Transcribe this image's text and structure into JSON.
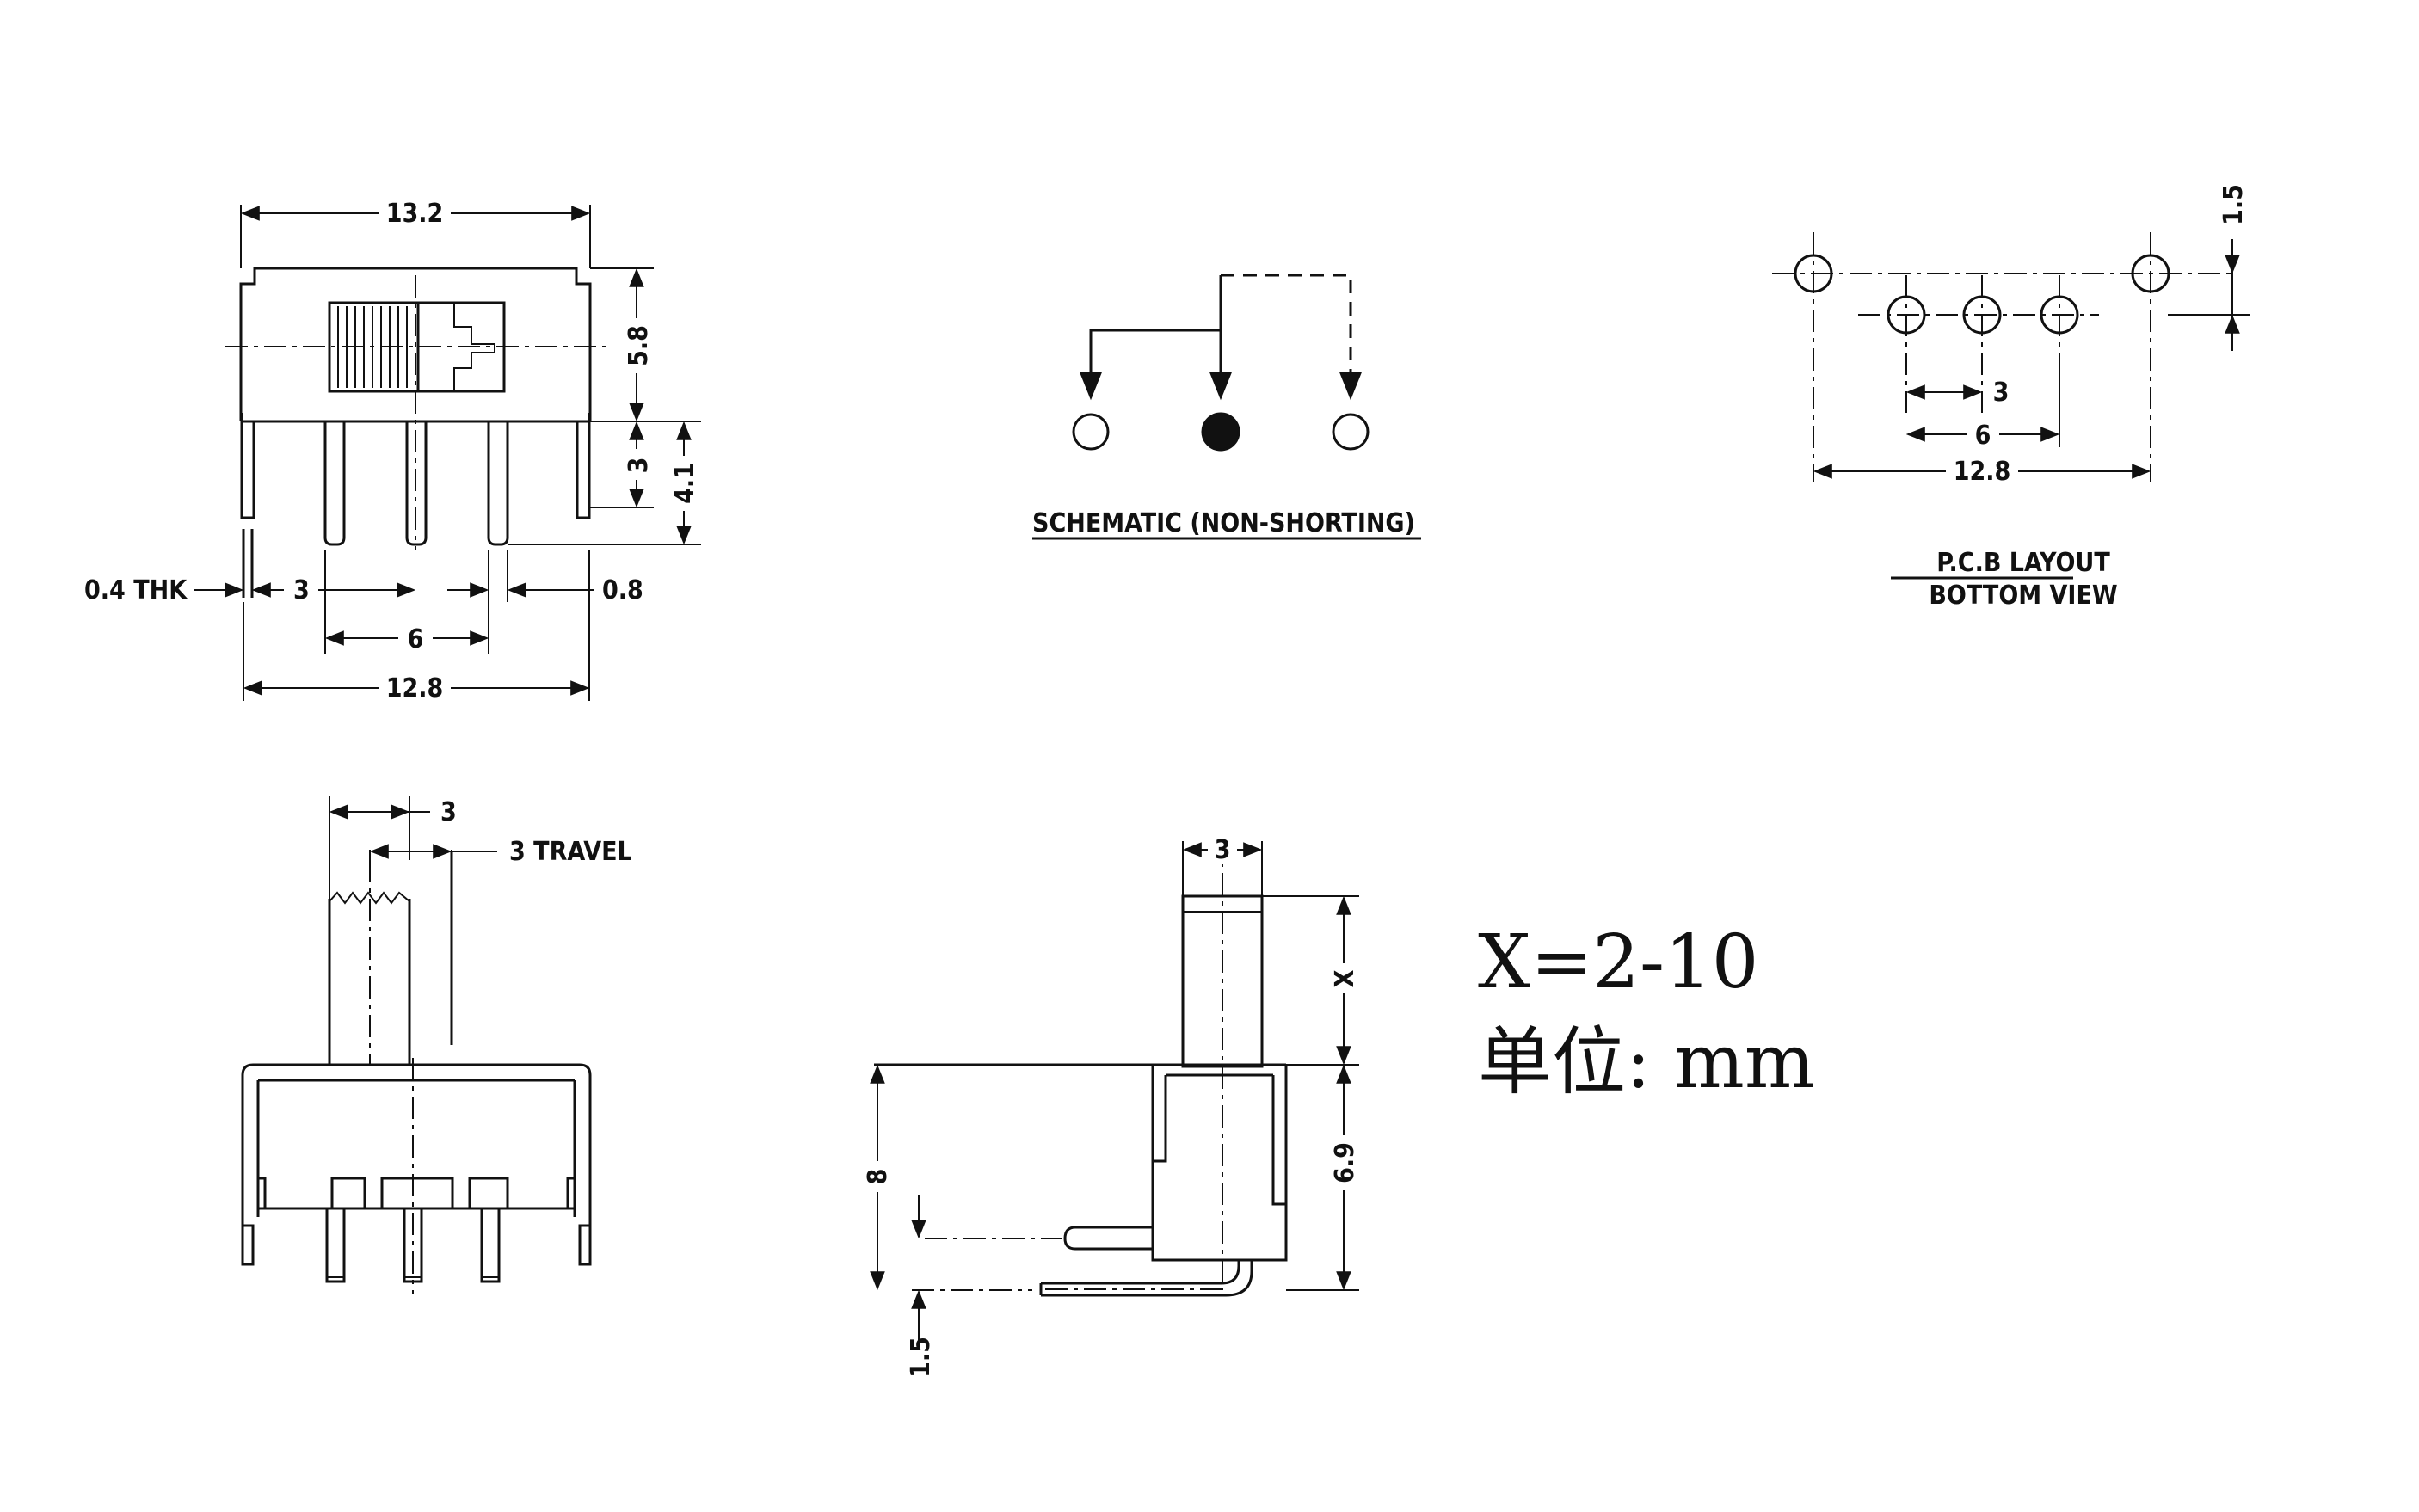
{
  "front_view": {
    "width_label": "13.2",
    "height_label": "5.8",
    "pin_label": "3",
    "overall_height_label": "4.1",
    "thickness_label": "0.4 THK",
    "pitch_label": "3",
    "pin_width_label": "0.8",
    "span_label": "6",
    "total_width_label": "12.8"
  },
  "schematic": {
    "caption": "SCHEMATIC (NON-SHORTING)"
  },
  "pcb_layout": {
    "top_label": "1.5",
    "pitch_label": "3",
    "span_label": "6",
    "total_label": "12.8",
    "caption_line1": "P.C.B LAYOUT",
    "caption_line2": "BOTTOM VIEW"
  },
  "side_view": {
    "actuator_label": "3",
    "travel_label": "3 TRAVEL"
  },
  "right_angle_view": {
    "actuator_label": "3",
    "height_var_label": "X",
    "body_height_label": "8",
    "top_height_label": "6.9",
    "offset_label": "1.5"
  },
  "notes": {
    "range": "X=2-10",
    "unit": "单位: mm"
  }
}
